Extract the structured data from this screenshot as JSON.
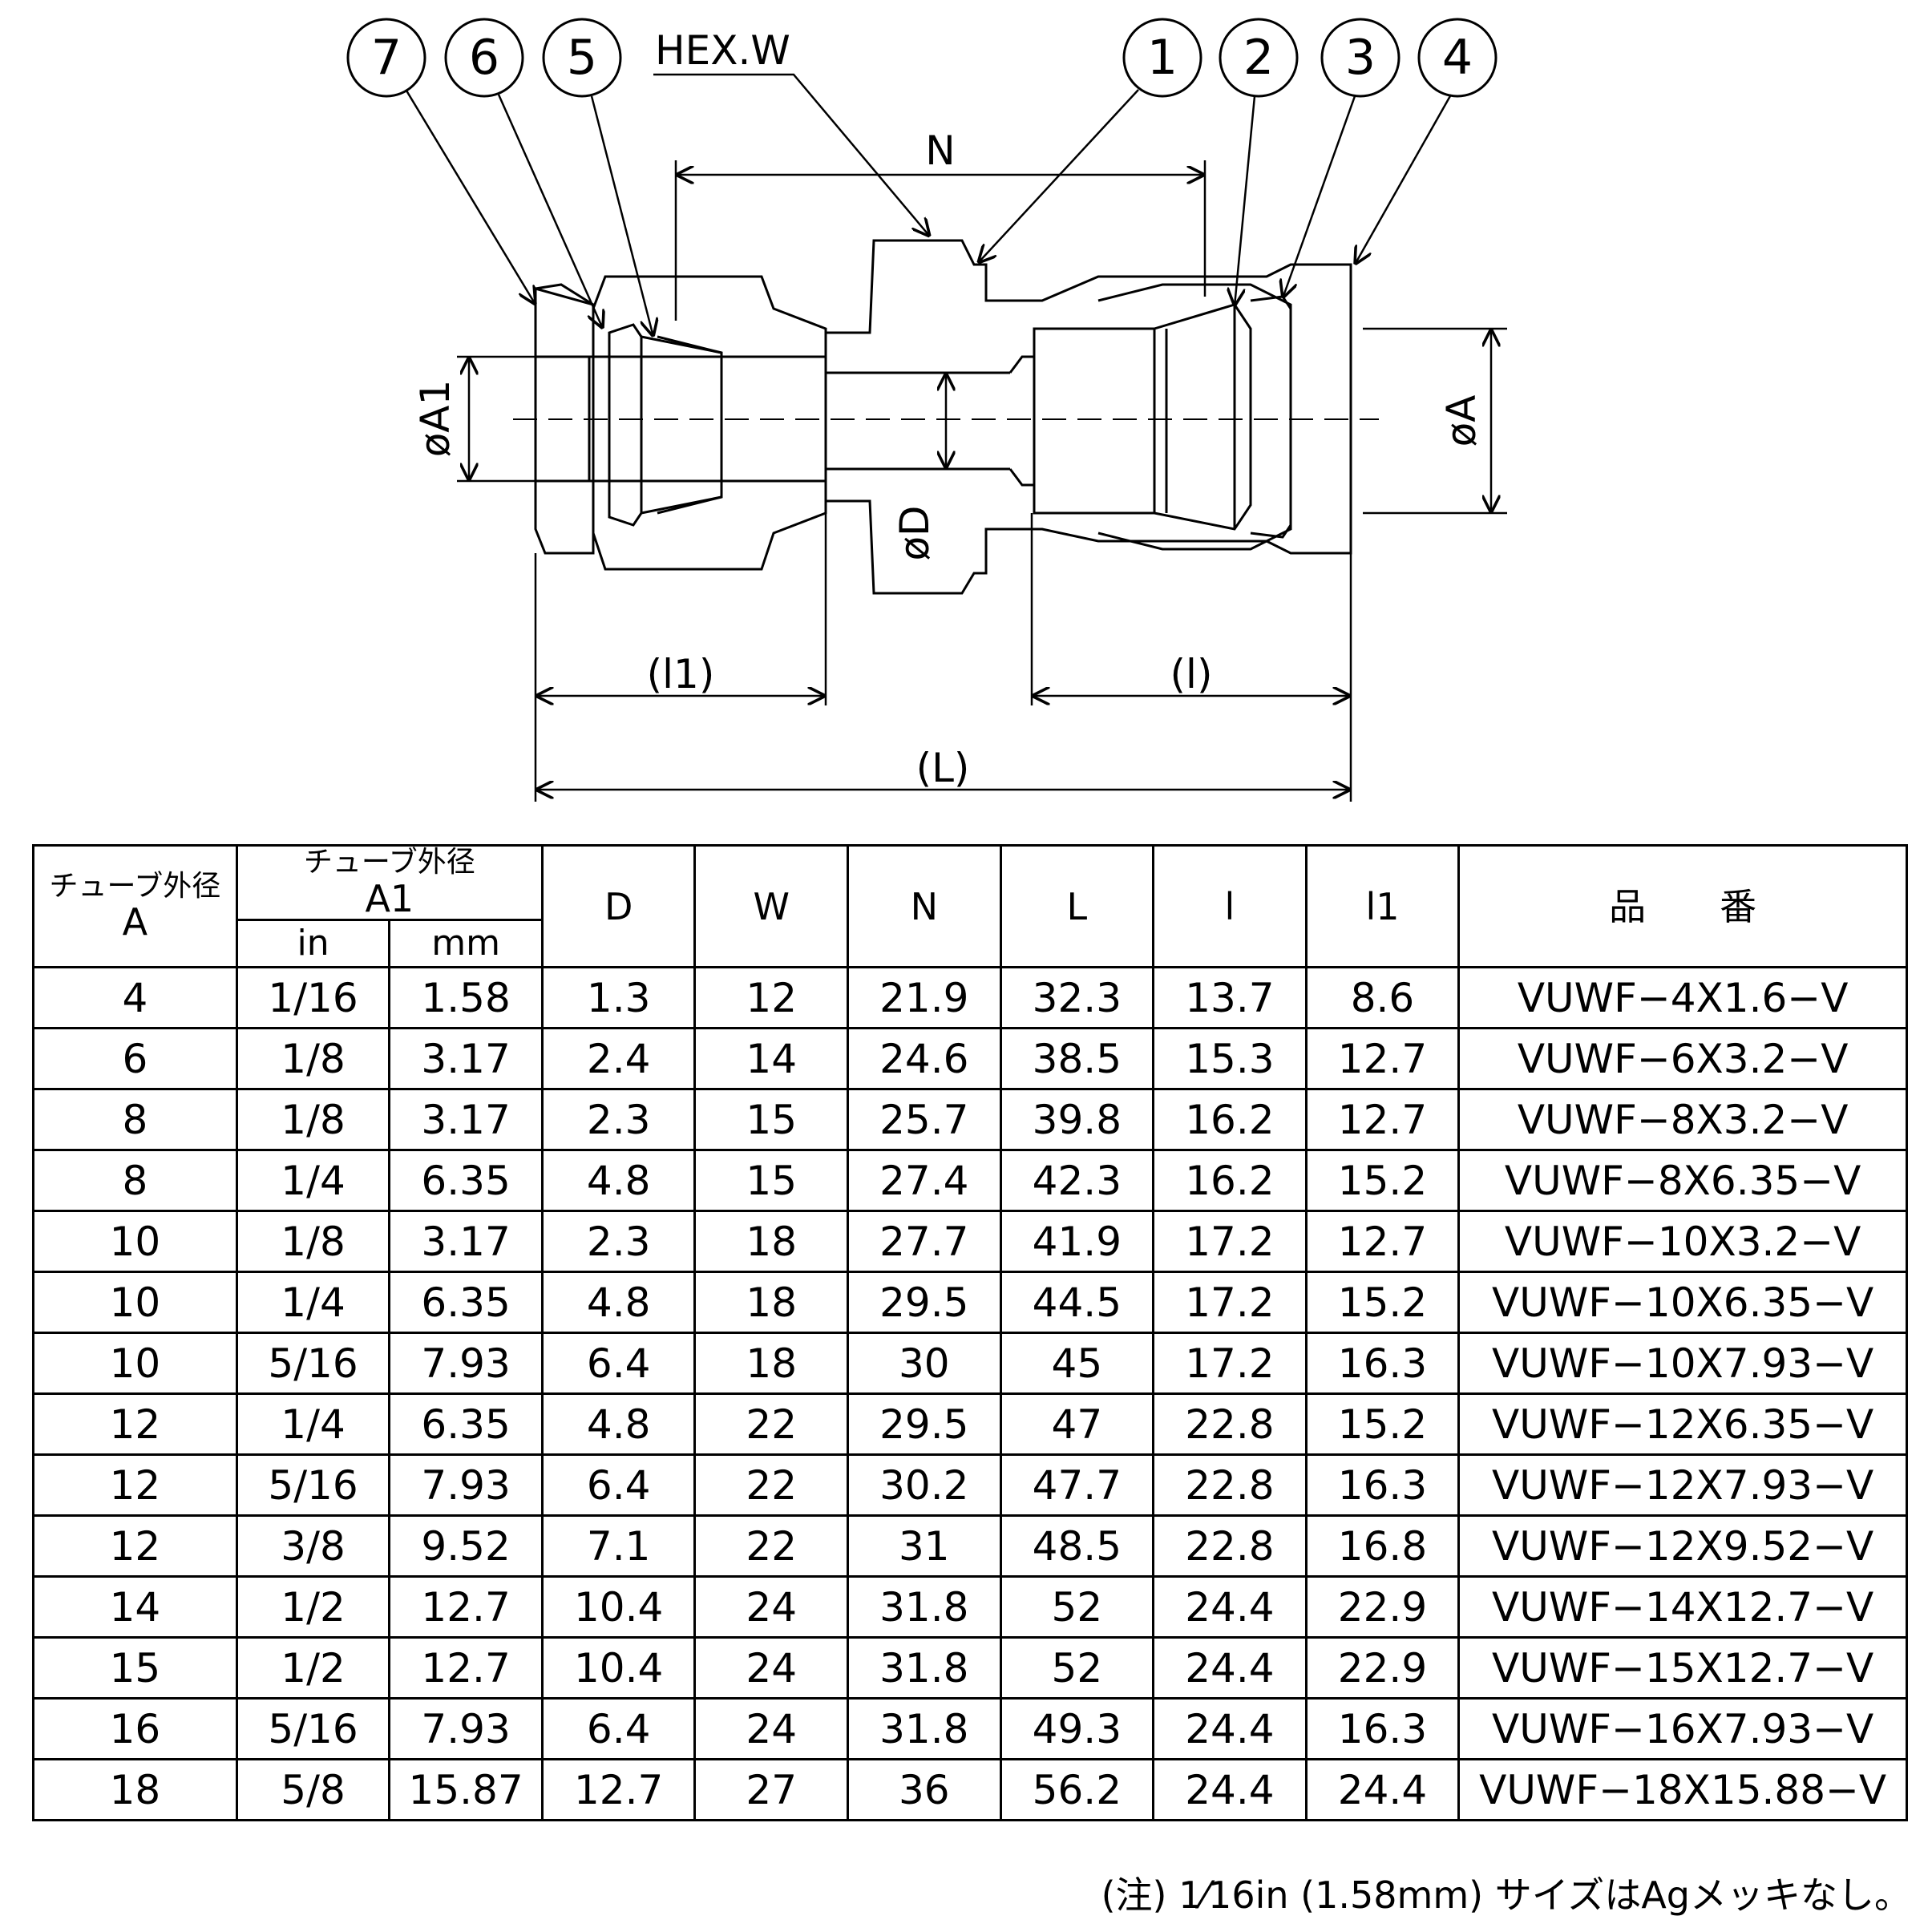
{
  "drawing": {
    "balloons": [
      "7",
      "6",
      "5",
      "1",
      "2",
      "3",
      "4"
    ],
    "labels": {
      "hex": "HEX.W",
      "n": "N",
      "phi_a1": "øA1",
      "phi_a": "øA",
      "phi_d": "øD",
      "l1": "(l1)",
      "l": "(l)",
      "L": "(L)"
    }
  },
  "table": {
    "headers": {
      "tube_od_a_jp": "チューブ外径",
      "tube_od_a": "A",
      "tube_od_a1_jp": "チューブ外径",
      "tube_od_a1": "A1",
      "in": "in",
      "mm": "mm",
      "d": "D",
      "w": "W",
      "n": "N",
      "l_cap": "L",
      "l": "l",
      "l1": "l1",
      "part_no": "品　　番"
    },
    "rows": [
      [
        "4",
        "1/16",
        "1.58",
        "1.3",
        "12",
        "21.9",
        "32.3",
        "13.7",
        "8.6",
        "VUWF−4X1.6−V"
      ],
      [
        "6",
        "1/8",
        "3.17",
        "2.4",
        "14",
        "24.6",
        "38.5",
        "15.3",
        "12.7",
        "VUWF−6X3.2−V"
      ],
      [
        "8",
        "1/8",
        "3.17",
        "2.3",
        "15",
        "25.7",
        "39.8",
        "16.2",
        "12.7",
        "VUWF−8X3.2−V"
      ],
      [
        "8",
        "1/4",
        "6.35",
        "4.8",
        "15",
        "27.4",
        "42.3",
        "16.2",
        "15.2",
        "VUWF−8X6.35−V"
      ],
      [
        "10",
        "1/8",
        "3.17",
        "2.3",
        "18",
        "27.7",
        "41.9",
        "17.2",
        "12.7",
        "VUWF−10X3.2−V"
      ],
      [
        "10",
        "1/4",
        "6.35",
        "4.8",
        "18",
        "29.5",
        "44.5",
        "17.2",
        "15.2",
        "VUWF−10X6.35−V"
      ],
      [
        "10",
        "5/16",
        "7.93",
        "6.4",
        "18",
        "30",
        "45",
        "17.2",
        "16.3",
        "VUWF−10X7.93−V"
      ],
      [
        "12",
        "1/4",
        "6.35",
        "4.8",
        "22",
        "29.5",
        "47",
        "22.8",
        "15.2",
        "VUWF−12X6.35−V"
      ],
      [
        "12",
        "5/16",
        "7.93",
        "6.4",
        "22",
        "30.2",
        "47.7",
        "22.8",
        "16.3",
        "VUWF−12X7.93−V"
      ],
      [
        "12",
        "3/8",
        "9.52",
        "7.1",
        "22",
        "31",
        "48.5",
        "22.8",
        "16.8",
        "VUWF−12X9.52−V"
      ],
      [
        "14",
        "1/2",
        "12.7",
        "10.4",
        "24",
        "31.8",
        "52",
        "24.4",
        "22.9",
        "VUWF−14X12.7−V"
      ],
      [
        "15",
        "1/2",
        "12.7",
        "10.4",
        "24",
        "31.8",
        "52",
        "24.4",
        "22.9",
        "VUWF−15X12.7−V"
      ],
      [
        "16",
        "5/16",
        "7.93",
        "6.4",
        "24",
        "31.8",
        "49.3",
        "24.4",
        "16.3",
        "VUWF−16X7.93−V"
      ],
      [
        "18",
        "5/8",
        "15.87",
        "12.7",
        "27",
        "36",
        "56.2",
        "24.4",
        "24.4",
        "VUWF−18X15.88−V"
      ]
    ]
  },
  "note": "(注) 1⁄16in (1.58mm) サイズはAgメッキなし。"
}
